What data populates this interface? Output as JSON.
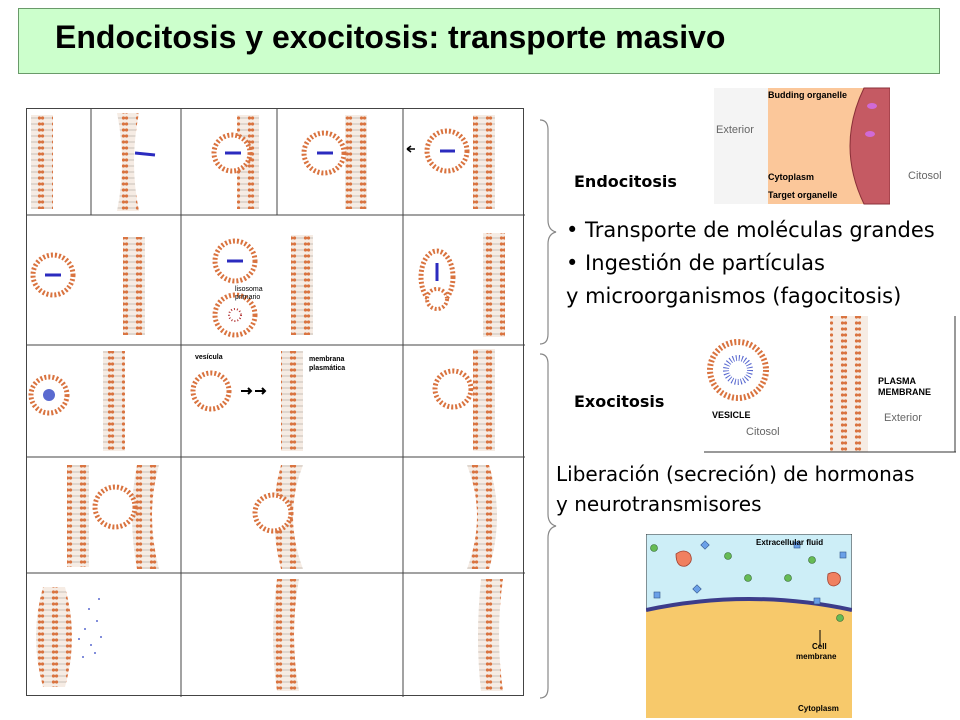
{
  "title": "Endocitosis y exocitosis: transporte masivo",
  "endocitosis": {
    "label": "Endocitosis",
    "bullets": [
      "• Transporte de moléculas grandes",
      "• Ingestión de partículas"
    ],
    "continuation": "y microorganismos (fagocitosis)",
    "inset": {
      "exterior": "Exterior",
      "citosol": "Citosol",
      "budding": "Budding organelle",
      "cytoplasm": "Cytoplasm",
      "target": "Target organelle"
    }
  },
  "exocitosis": {
    "label": "Exocitosis",
    "lines": [
      "Liberación (secreción) de hormonas",
      "y neurotransmisores"
    ],
    "inset": {
      "plasma": "PLASMA",
      "membrane": "MEMBRANE",
      "vesicle": "VESICLE",
      "exterior": "Exterior",
      "citosol": "Citosol"
    }
  },
  "grid_labels": {
    "lisosoma": "lisosoma",
    "primario": "primario",
    "vesicula": "vesícula",
    "membrana": "membrana",
    "plasmatica": "plasmática"
  },
  "cell_diagram": {
    "extracellular": "Extracellular fluid",
    "cell": "Cell",
    "membrane": "membrane",
    "cytoplasm": "Cytoplasm"
  },
  "colors": {
    "title_bg": "#ccffcc",
    "membrane_head": "#d9733f",
    "cytoplasm_peach": "#f9c8a0",
    "organelle_red": "#c0505a",
    "extracellular_blue": "#cdeef7",
    "cytoplasm_yellow": "#f7c96b"
  }
}
